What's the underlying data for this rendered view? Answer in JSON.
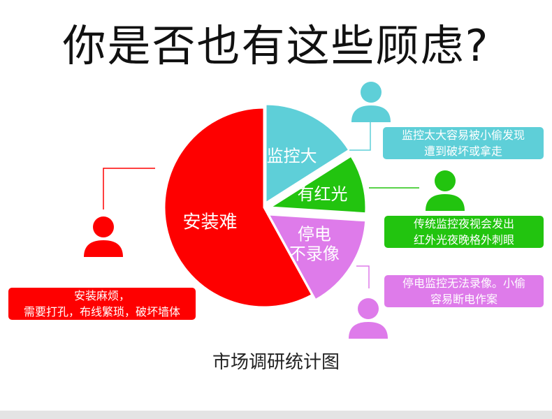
{
  "heading": "你是否也有这些顾虑?",
  "caption": "市场调研统计图",
  "chart_data": {
    "type": "pie",
    "title": "市场调研统计图",
    "slices": [
      {
        "label": "安装难",
        "label_lines": [
          "安装难"
        ],
        "value": 58,
        "color": "#fe0000"
      },
      {
        "label": "监控大",
        "label_lines": [
          "监控大"
        ],
        "value": 16,
        "color": "#5ecfd8"
      },
      {
        "label": "有红光",
        "label_lines": [
          "有红光"
        ],
        "value": 10,
        "color": "#22c40f"
      },
      {
        "label": "停电不录像",
        "label_lines": [
          "停电",
          "不录像"
        ],
        "value": 16,
        "color": "#de7bea"
      }
    ]
  },
  "callouts": [
    {
      "slice": "监控大",
      "lines": [
        "监控太大容易被小偷发现",
        "遭到破坏或拿走"
      ],
      "color": "#5ecfd8"
    },
    {
      "slice": "有红光",
      "lines": [
        "传统监控夜视会发出",
        "红外光夜晚格外刺眼"
      ],
      "color": "#22c40f"
    },
    {
      "slice": "停电不录像",
      "lines": [
        "停电监控无法录像。小偷",
        "容易断电作案"
      ],
      "color": "#de7bea"
    },
    {
      "slice": "安装难",
      "lines": [
        "安装麻烦，",
        "需要打孔，布线繁琐，破坏墙体"
      ],
      "color": "#fe0000"
    }
  ],
  "icons": [
    "user-icon",
    "user-icon",
    "user-icon",
    "user-icon"
  ]
}
